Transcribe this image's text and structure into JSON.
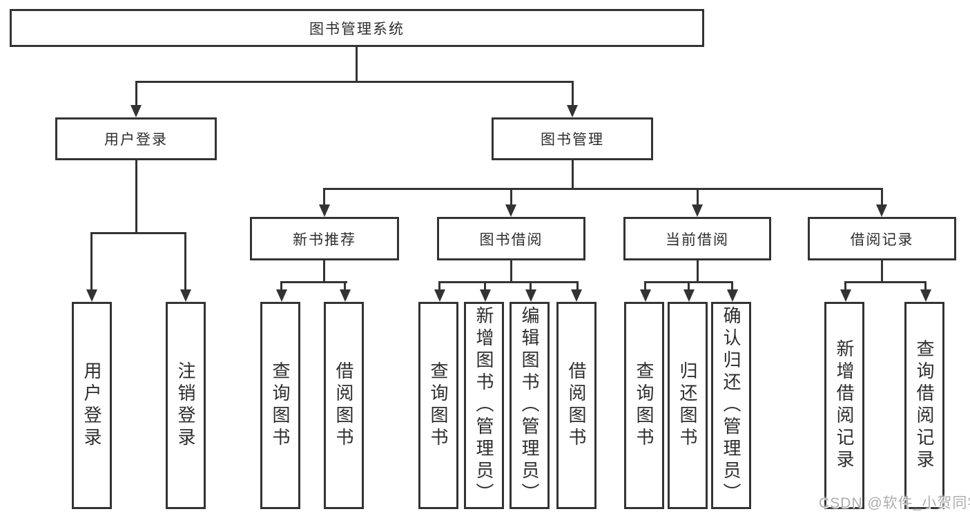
{
  "diagram": {
    "root": {
      "label": "图书管理系统"
    },
    "branches": [
      {
        "label": "用户登录",
        "children": [
          {
            "label": "用户登录"
          },
          {
            "label": "注销登录"
          }
        ]
      },
      {
        "label": "图书管理",
        "children": [
          {
            "label": "新书推荐",
            "children": [
              {
                "label": "查询图书"
              },
              {
                "label": "借阅图书"
              }
            ]
          },
          {
            "label": "图书借阅",
            "children": [
              {
                "label": "查询图书"
              },
              {
                "label": "新增图书（管理员）"
              },
              {
                "label": "编辑图书（管理员）"
              },
              {
                "label": "借阅图书"
              }
            ]
          },
          {
            "label": "当前借阅",
            "children": [
              {
                "label": "查询图书"
              },
              {
                "label": "归还图书"
              },
              {
                "label": "确认归还（管理员）"
              }
            ]
          },
          {
            "label": "借阅记录",
            "children": [
              {
                "label": "新增借阅记录"
              },
              {
                "label": "查询借阅记录"
              }
            ]
          }
        ]
      }
    ]
  },
  "watermark": {
    "text": "CSDN @软件_小贺同学"
  },
  "colors": {
    "line": "#333333",
    "text": "#2d2d2d",
    "watermark": "#adadad",
    "background": "#ffffff"
  }
}
